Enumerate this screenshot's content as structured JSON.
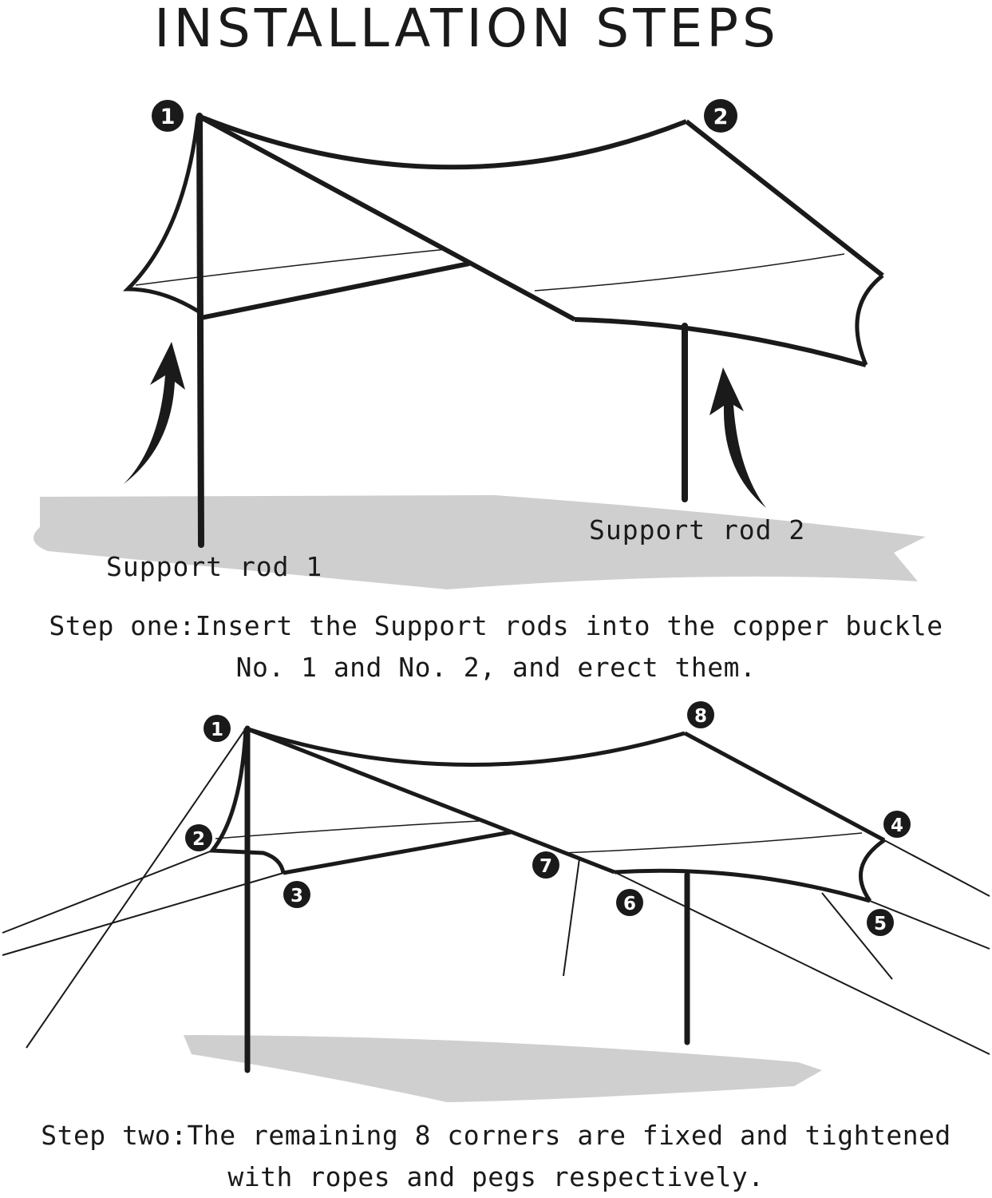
{
  "title": "INSTALLATION STEPS",
  "step_one": {
    "badges": [
      "1",
      "2"
    ],
    "labels": {
      "rod1": "Support rod 1",
      "rod2": "Support rod 2"
    },
    "caption_line1": "Step one:Insert the Support rods into the copper buckle",
    "caption_line2": "No. 1 and No. 2, and erect them."
  },
  "step_two": {
    "badges": [
      "1",
      "2",
      "3",
      "4",
      "5",
      "6",
      "7",
      "8"
    ],
    "caption_line1": "Step two:The remaining 8 corners are fixed and tightened",
    "caption_line2": "with ropes and pegs respectively."
  },
  "colors": {
    "line": "#1a1a1a",
    "ground": "#cfcfcf"
  }
}
